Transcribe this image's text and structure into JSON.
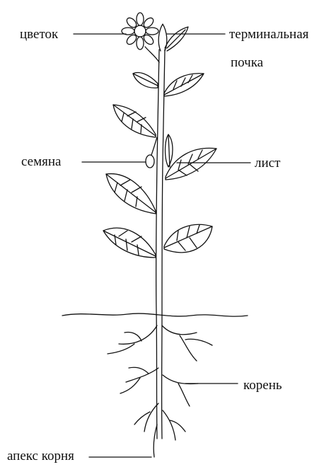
{
  "labels": {
    "flower": "цветок",
    "terminal_bud_line1": "терминальная",
    "terminal_bud_line2": "почка",
    "seeds": "семяна",
    "leaf": "лист",
    "root": "корень",
    "root_apex": "апекс корня"
  },
  "colors": {
    "ink": "#111111",
    "background": "#ffffff"
  }
}
